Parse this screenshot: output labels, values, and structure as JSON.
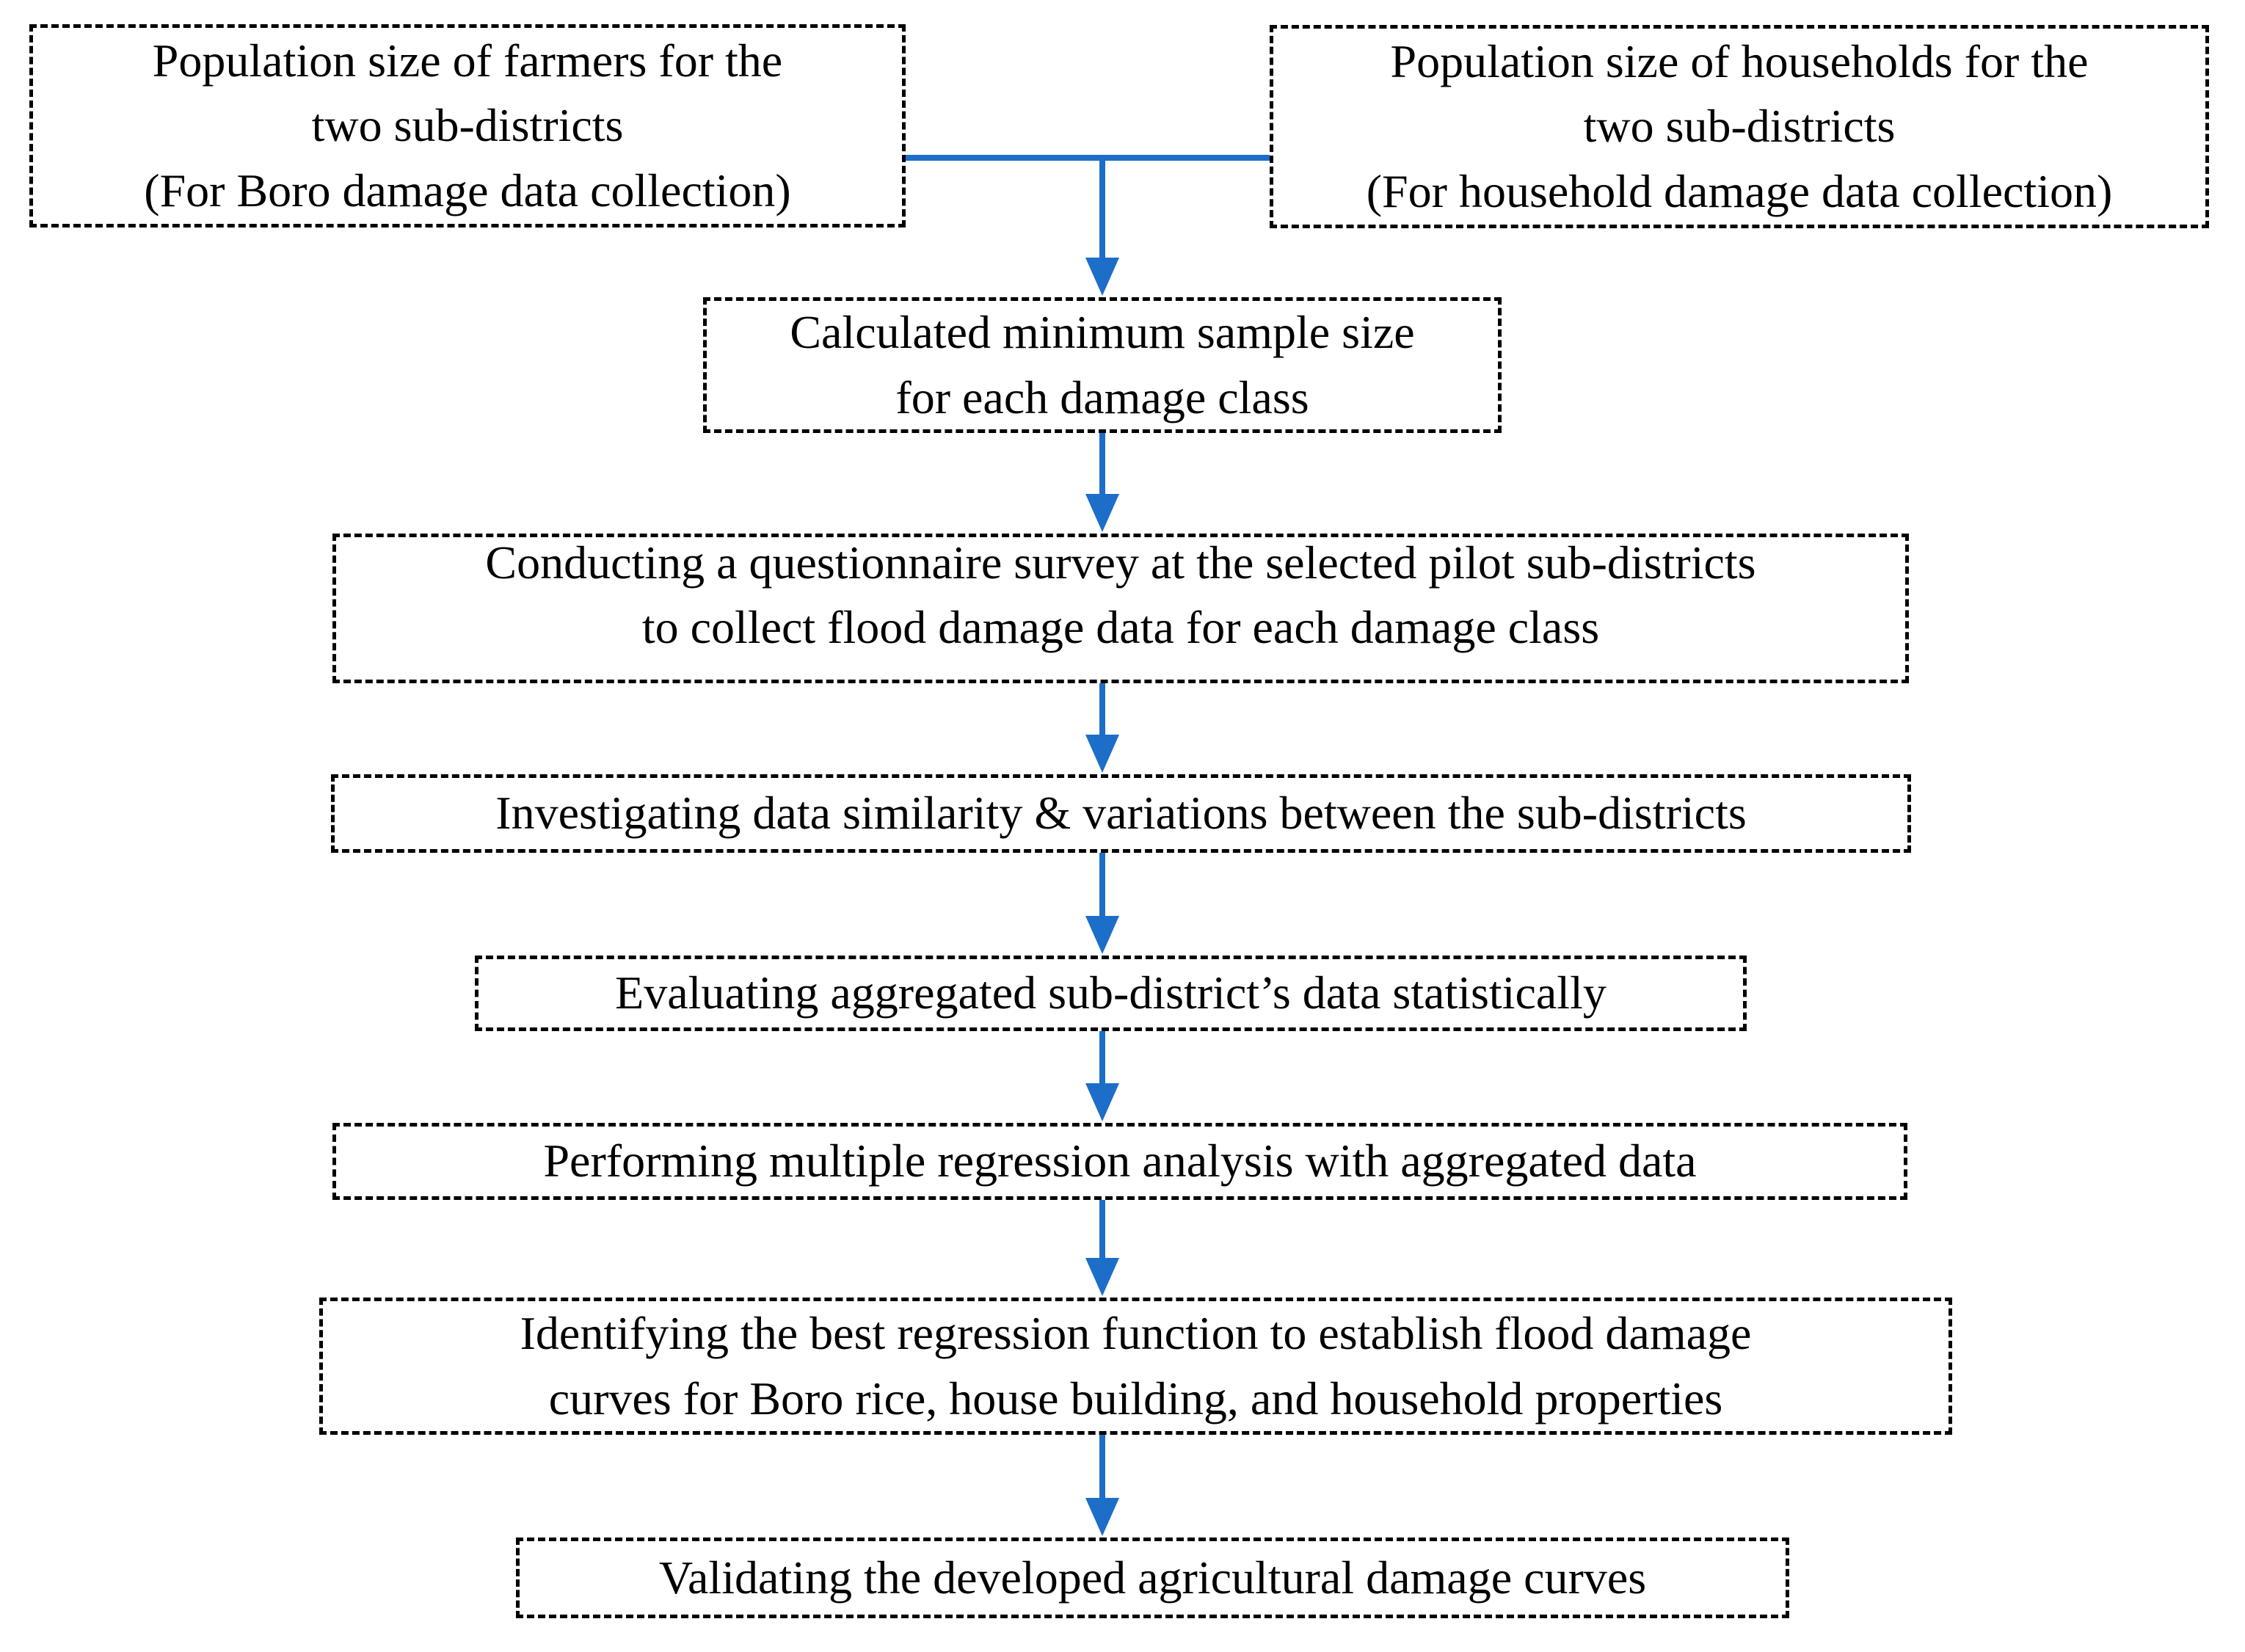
{
  "figure": {
    "type": "flowchart",
    "background": "#ffffff",
    "arrow_color": "#1c6ec8",
    "box_border_color": "#000000",
    "text_color": "#000000"
  },
  "boxes": {
    "farmers": {
      "lines": [
        "Population size of farmers for the",
        "two sub-districts",
        "(For Boro damage data collection)"
      ]
    },
    "households": {
      "lines": [
        "Population size of households for the",
        "two sub-districts",
        "(For household damage data collection)"
      ]
    },
    "sample_size": {
      "lines": [
        "Calculated minimum sample size",
        "for each damage class"
      ]
    },
    "survey": {
      "lines": [
        "Conducting a questionnaire survey at the selected pilot sub-districts",
        "to collect flood damage data for each damage class"
      ]
    },
    "similarity": {
      "lines": [
        "Investigating data similarity & variations between the sub-districts"
      ]
    },
    "evaluation": {
      "lines": [
        "Evaluating aggregated sub-district’s data statistically"
      ]
    },
    "regression": {
      "lines": [
        "Performing multiple regression analysis with aggregated data"
      ]
    },
    "identification": {
      "lines": [
        "Identifying the best regression function to establish flood damage",
        "curves for Boro rice, house building, and household properties"
      ]
    },
    "validation": {
      "lines": [
        "Validating the developed agricultural damage curves"
      ]
    }
  }
}
